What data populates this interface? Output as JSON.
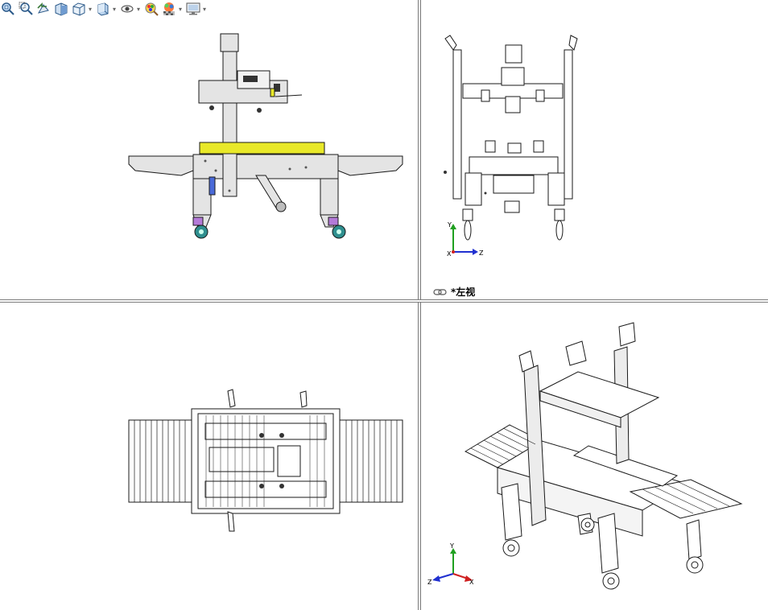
{
  "toolbar": {
    "buttons": [
      {
        "name": "zoom-to-fit-icon",
        "dropdown": false
      },
      {
        "name": "zoom-to-area-icon",
        "dropdown": false
      },
      {
        "name": "previous-view-icon",
        "dropdown": false
      },
      {
        "name": "section-view-icon",
        "dropdown": false
      },
      {
        "name": "view-orientation-icon",
        "dropdown": true
      },
      {
        "name": "display-style-icon",
        "dropdown": true
      },
      {
        "name": "hide-show-items-icon",
        "dropdown": true
      },
      {
        "name": "edit-appearance-icon",
        "dropdown": false
      },
      {
        "name": "apply-scene-icon",
        "dropdown": true
      },
      {
        "name": "view-settings-icon",
        "dropdown": true
      }
    ],
    "dropdown_glyph": "▾"
  },
  "viewports": {
    "top_right": {
      "label": "*左视"
    },
    "axes": {
      "x": "X",
      "y": "Y",
      "z": "Z"
    }
  },
  "colors": {
    "model_line": "#1a1a1a",
    "conveyor_yellow": "#e8e829",
    "wheel_teal": "#2f8f8f",
    "caster_purple": "#b47ad8",
    "accent_blue": "#4a6ad8",
    "axis_red": "#d02020",
    "axis_green": "#20a020",
    "axis_blue": "#2030d0"
  }
}
